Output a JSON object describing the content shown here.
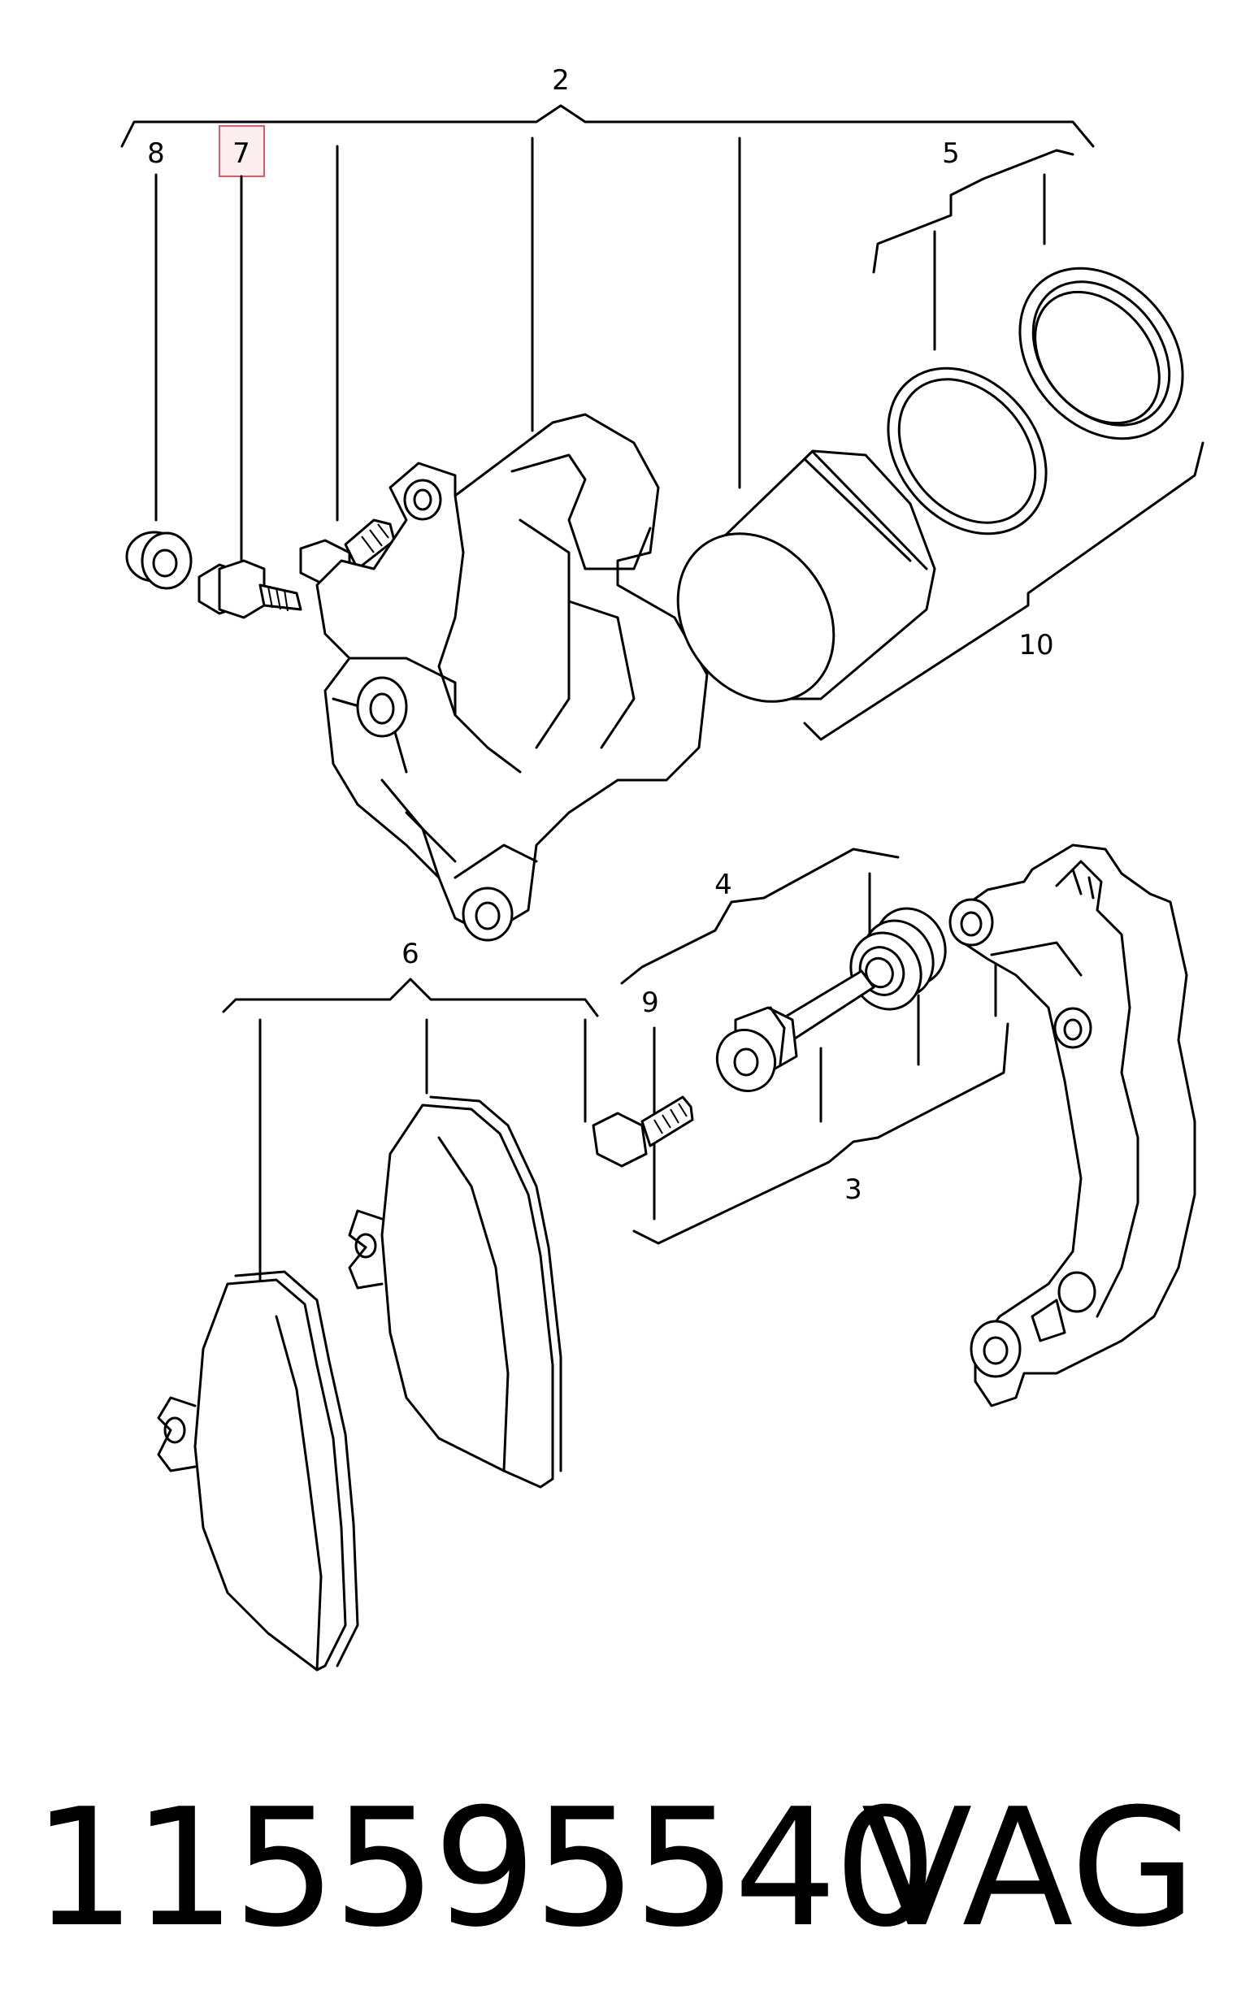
{
  "diagram": {
    "callouts": {
      "c2": "2",
      "c3": "3",
      "c4": "4",
      "c5": "5",
      "c6": "6",
      "c7": "7",
      "c8": "8",
      "c9": "9",
      "c10": "10"
    },
    "highlighted_callout": "7",
    "highlight_color": "#e05a6a"
  },
  "footer": {
    "part_number": "115595540",
    "brand": "VAG"
  }
}
